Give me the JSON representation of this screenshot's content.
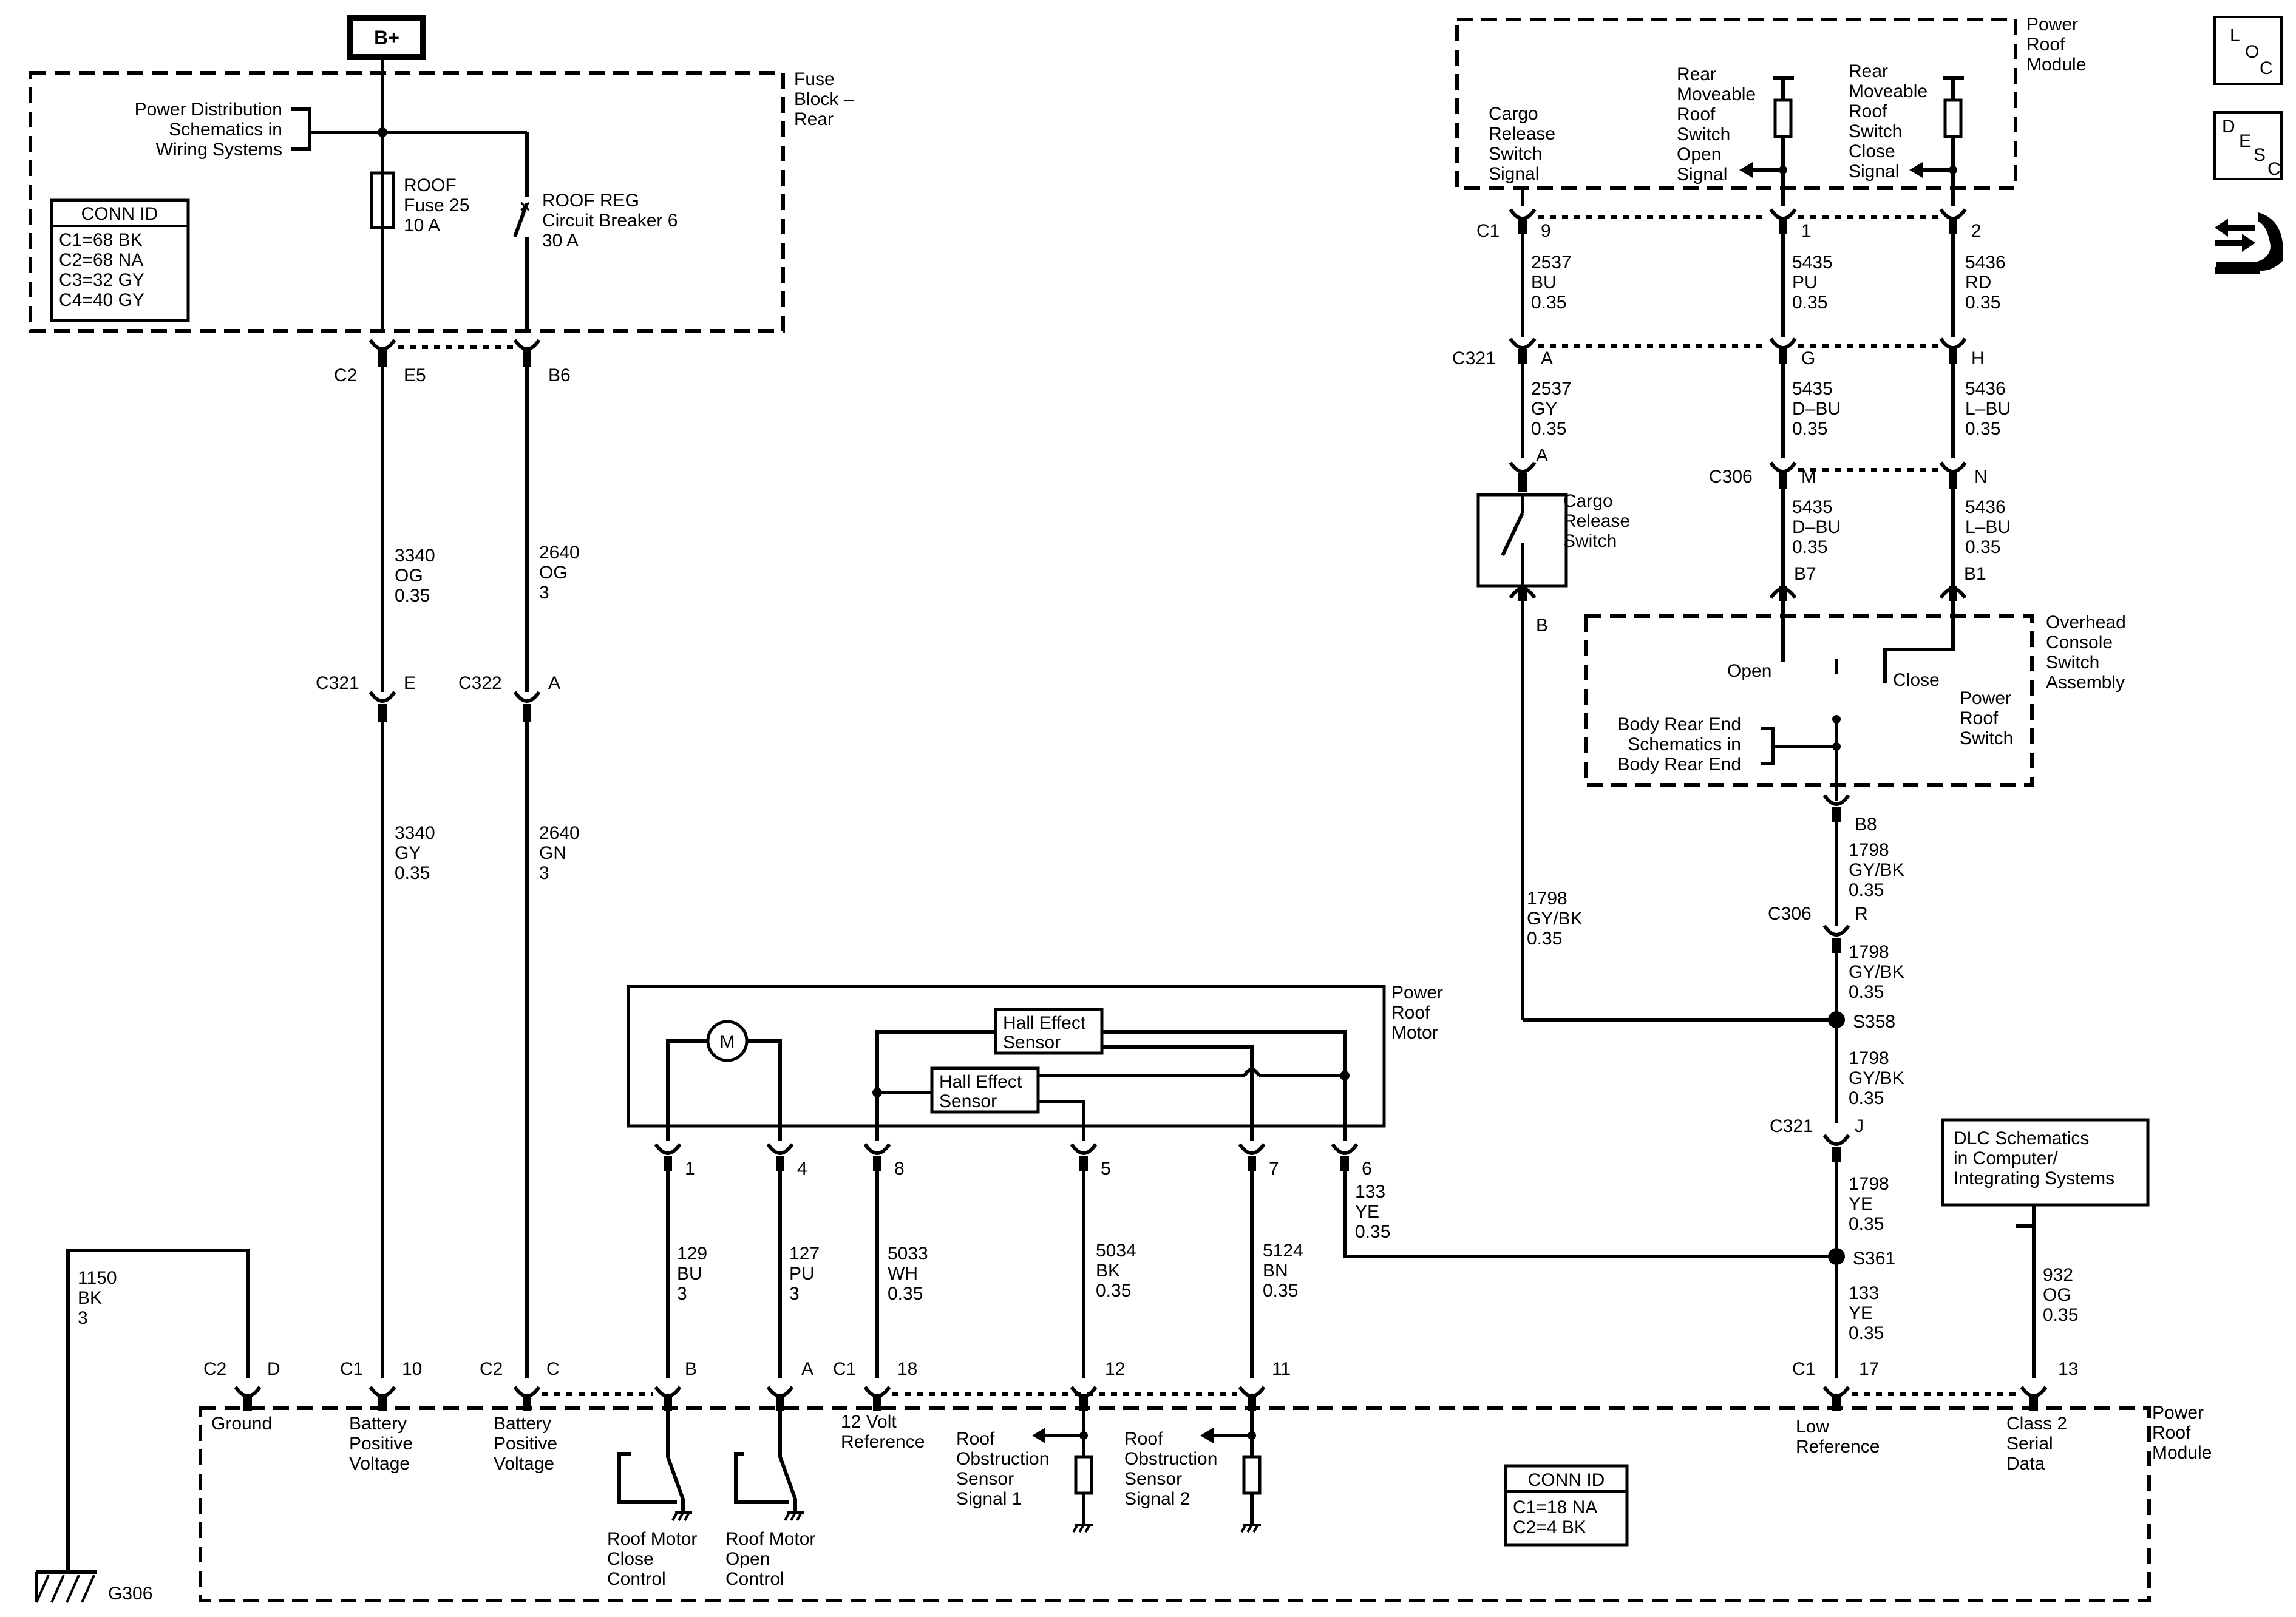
{
  "power_source": {
    "label": "B+"
  },
  "fuse_block": {
    "title_lines": [
      "Fuse",
      "Block –",
      "Rear"
    ],
    "pds_ref_lines": [
      "Power Distribution",
      "Schematics in",
      "Wiring Systems"
    ],
    "conn_id": {
      "title": "CONN ID",
      "lines": [
        "C1=68 BK",
        "C2=68 NA",
        "C3=32 GY",
        "C4=40 GY"
      ]
    },
    "fuse_lines": [
      "ROOF",
      "Fuse 25",
      "10 A"
    ],
    "breaker_lines": [
      "ROOF REG",
      "Circuit Breaker 6",
      "30 A"
    ],
    "c2_label": "C2",
    "e5_label": "E5",
    "b6_label": "B6"
  },
  "left_wires": {
    "w3340og": [
      "3340",
      "OG",
      "0.35"
    ],
    "w2640og": [
      "2640",
      "OG",
      "3"
    ],
    "c321": "C321",
    "c321_pin": "E",
    "c322": "C322",
    "c322_pin": "A",
    "w3340gy": [
      "3340",
      "GY",
      "0.35"
    ],
    "w2640gn": [
      "2640",
      "GN",
      "3"
    ]
  },
  "ground": {
    "wire": [
      "1150",
      "BK",
      "3"
    ],
    "label": "G306"
  },
  "roof_motor": {
    "title_lines": [
      "Power",
      "Roof",
      "Motor"
    ],
    "motor": "M",
    "sensor1_lines": [
      "Hall Effect",
      "Sensor"
    ],
    "sensor2_lines": [
      "Hall Effect",
      "Sensor"
    ],
    "pins": [
      "1",
      "4",
      "8",
      "5",
      "7",
      "6"
    ],
    "wires": {
      "p1": [
        "129",
        "BU",
        "3"
      ],
      "p4": [
        "127",
        "PU",
        "3"
      ],
      "p8": [
        "5033",
        "WH",
        "0.35"
      ],
      "p5": [
        "5034",
        "BK",
        "0.35"
      ],
      "p7": [
        "5124",
        "BN",
        "0.35"
      ],
      "p6": [
        "133",
        "YE",
        "0.35"
      ]
    }
  },
  "module_bottom": {
    "title_lines": [
      "Power",
      "Roof",
      "Module"
    ],
    "connectors": {
      "c2d": [
        "C2",
        "D"
      ],
      "c1_10": [
        "C1",
        "10"
      ],
      "c2c": [
        "C2",
        "C"
      ],
      "b": "B",
      "a": "A",
      "c1_18": [
        "C1",
        "18"
      ],
      "p12": "12",
      "p11": "11",
      "c1_17": [
        "C1",
        "17"
      ],
      "p13": "13"
    },
    "pin_labels": {
      "ground": [
        "Ground"
      ],
      "bpv1": [
        "Battery",
        "Positive",
        "Voltage"
      ],
      "bpv2": [
        "Battery",
        "Positive",
        "Voltage"
      ],
      "ref12": [
        "12 Volt",
        "Reference"
      ],
      "obs1": [
        "Roof",
        "Obstruction",
        "Sensor",
        "Signal 1"
      ],
      "obs2": [
        "Roof",
        "Obstruction",
        "Sensor",
        "Signal 2"
      ],
      "lowref": [
        "Low",
        "Reference"
      ],
      "class2": [
        "Class 2",
        "Serial",
        "Data"
      ],
      "close_ctrl": [
        "Roof Motor",
        "Close",
        "Control"
      ],
      "open_ctrl": [
        "Roof Motor",
        "Open",
        "Control"
      ]
    },
    "conn_id": {
      "title": "CONN ID",
      "lines": [
        "C1=18 NA",
        "C2=4 BK"
      ]
    }
  },
  "module_top": {
    "title_lines": [
      "Power",
      "Roof",
      "Module"
    ],
    "cargo_signal": [
      "Cargo",
      "Release",
      "Switch",
      "Signal"
    ],
    "open_signal": [
      "Rear",
      "Moveable",
      "Roof",
      "Switch",
      "Open",
      "Signal"
    ],
    "close_signal": [
      "Rear",
      "Moveable",
      "Roof",
      "Switch",
      "Close",
      "Signal"
    ],
    "c1": "C1",
    "pins": [
      "9",
      "1",
      "2"
    ]
  },
  "right_wires": {
    "w2537bu": [
      "2537",
      "BU",
      "0.35"
    ],
    "w5435pu": [
      "5435",
      "PU",
      "0.35"
    ],
    "w5436rd": [
      "5436",
      "RD",
      "0.35"
    ],
    "c321": "C321",
    "c321_pins": [
      "A",
      "G",
      "H"
    ],
    "w2537gy": [
      "2537",
      "GY",
      "0.35"
    ],
    "w5435dbu": [
      "5435",
      "D–BU",
      "0.35"
    ],
    "w5436lbu": [
      "5436",
      "L–BU",
      "0.35"
    ],
    "c306": "C306",
    "c306_pins": [
      "M",
      "N"
    ],
    "w5435dbu2": [
      "5435",
      "D–BU",
      "0.35"
    ],
    "w5436lbu2": [
      "5436",
      "L–BU",
      "0.35"
    ],
    "pin_a": "A",
    "pin_b": "B",
    "b7": "B7",
    "b1": "B1",
    "cargo_switch": [
      "Cargo",
      "Release",
      "Switch"
    ],
    "w1798a": [
      "1798",
      "GY/BK",
      "0.35"
    ],
    "b8": "B8",
    "w1798b": [
      "1798",
      "GY/BK",
      "0.35"
    ],
    "c306r": [
      "C306",
      "R"
    ],
    "w1798c": [
      "1798",
      "GY/BK",
      "0.35"
    ],
    "s358": "S358",
    "w1798d": [
      "1798",
      "GY/BK",
      "0.35"
    ],
    "c321j": [
      "C321",
      "J"
    ],
    "w1798ye": [
      "1798",
      "YE",
      "0.35"
    ],
    "s361": "S361",
    "w133ye": [
      "133",
      "YE",
      "0.35"
    ],
    "w932": [
      "932",
      "OG",
      "0.35"
    ]
  },
  "overhead": {
    "title_lines": [
      "Overhead",
      "Console",
      "Switch",
      "Assembly"
    ],
    "open": "Open",
    "close": "Close",
    "switch_lines": [
      "Power",
      "Roof",
      "Switch"
    ],
    "body_ref_lines": [
      "Body Rear End",
      "Schematics in",
      "Body Rear End"
    ]
  },
  "dlc": {
    "lines": [
      "DLC Schematics",
      "in Computer/",
      "Integrating Systems"
    ]
  },
  "icons": {
    "loc": [
      "L",
      "O",
      "C"
    ],
    "desc": [
      "D",
      "E",
      "S",
      "C"
    ]
  }
}
